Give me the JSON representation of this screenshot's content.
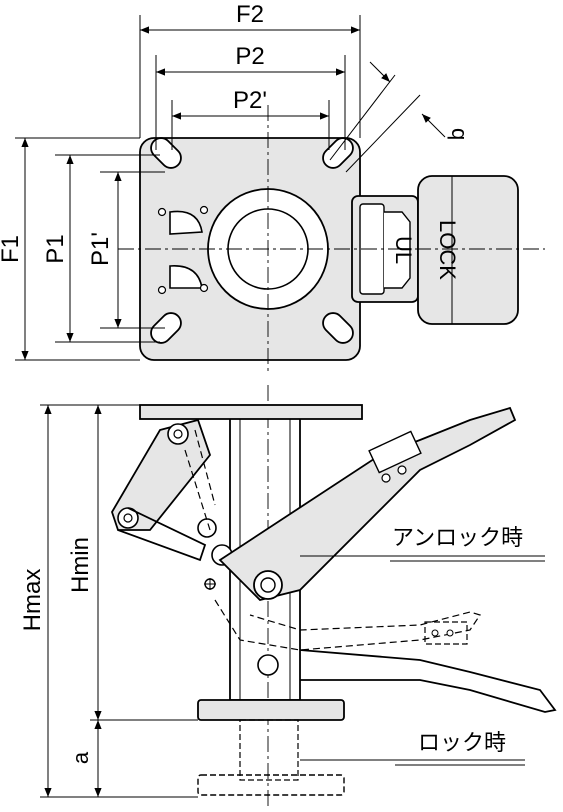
{
  "top_view": {
    "dims": {
      "F2": "F2",
      "P2": "P2",
      "P2p": "P2'",
      "q": "q",
      "F1": "F1",
      "P1": "P1",
      "P1p": "P1'"
    },
    "lever_text": {
      "ul": "UL",
      "lock": "LOCK"
    }
  },
  "side_view": {
    "dims": {
      "Hmax": "Hmax",
      "Hmin": "Hmin",
      "a": "a"
    },
    "states": {
      "unlocked": "アンロック時",
      "locked": "ロック時"
    }
  }
}
